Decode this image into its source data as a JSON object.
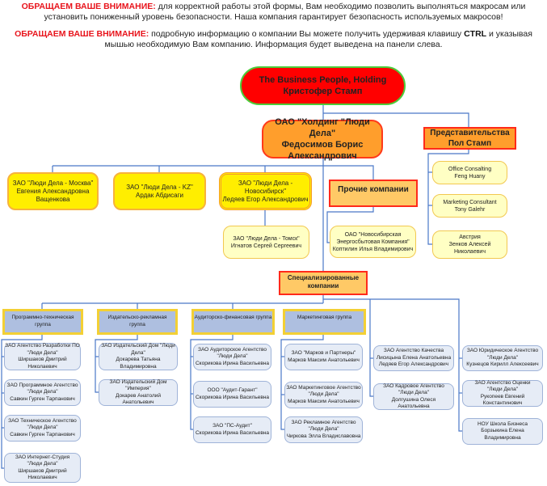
{
  "notices": [
    {
      "highlight": "ОБРАЩАЕМ ВАШЕ ВНИМАНИЕ:",
      "text": " для корректной работы этой формы, Вам необходимо позволить выполняться макросам или установить пониженный уровень безопасности. Наша компания гарантирует безопасность используемых макросов!"
    },
    {
      "highlight": "ОБРАЩАЕМ ВАШЕ ВНИМАНИЕ:",
      "text_before": " подробную информацию о компании Вы можете получить удерживая клавишу ",
      "key": "CTRL",
      "text_after": " и указывая мышью необходимую Вам компанию. Информация будет выведена на панели слева."
    }
  ],
  "colors": {
    "connector": "#4a78c8",
    "root": "#ff0000",
    "holding": "#ff9e2c",
    "branch": "#ffee00",
    "group": "#aebfe0",
    "company": "#e6ecf6"
  },
  "org": {
    "root": "The Business People, Holding\nКристофер Стамп",
    "holding": "ОАО \"Холдинг \"Люди Дела\"\nФедосимов Борис\nАлександрович",
    "representations": "Представительства\nПол Стамп",
    "moscow": "ЗАО \"Люди Дела - Москва\"\nЕвгения Александровна\nВащенкова",
    "kz": "ЗАО \"Люди Дела - KZ\"\nАрдак Абдисаги",
    "novosibirsk": "ЗАО \"Люди Дела -\nНовосибирск\"\nЛедяев Егор Александрович",
    "tomsk": "ЗАО \"Люди Дела - Томск\"\nИгнатов Сергей Сергеевич",
    "other": "Прочие компании",
    "nsk_energy": "ОАО \"Новосибирская\nЭнергосбытовая Компания\"\nКоптилин Илья Владимирович",
    "office_consulting": "Office Consalting\nFeng Huany",
    "marketing_consultant": "Marketing Consultant\nTony Galehr",
    "austria": "Австрия\nЗенков Алексей\nНиколаевич",
    "specialized": "Специализированные\nкомпании",
    "group_tech": "Программно-техническая\nгруппа",
    "group_publish": "Издательско-рекламная\nгруппа",
    "group_audit": "Аудиторско-финансовая группа",
    "group_marketing": "Маркетинговая группа",
    "t1": "ЗАО Агентство Разработки ПО\n\"Люди Дела\"\nШиршаков Дмитрий\nНиколаевич",
    "t2": "ЗАО Программное Агентство\n\"Люди Дела\"\nСавкин Гурген Тарпанович",
    "t3": "ЗАО Техническое Агентство\n\"Люди Дела\"\nСавкин Гурген Тарпанович",
    "t4": "ЗАО Интернет-Студия\n\"Люди Дела\"\nШиршаков Дмитрий\nНиколаевич",
    "p1": "ЗАО Издательский Дом \"Люди\nДела\"\nДокарева Татьяна\nВладимировна",
    "p2": "ЗАО Издательский Дом\n\"Империя\"\nДокарев Анатолий\nАнатольевич",
    "a1": "ЗАО Аудиторское Агентство\n\"Люди Дела\"\nСкорикова Ирина Васильевна",
    "a2": "ООО \"Аудит-Гарант\"\nСкорикова Ирина Васильевна",
    "a3": "ЗАО \"ПС-Аудит\"\nСкорикова Ирина Васильевна",
    "m1": "ЗАО \"Марков и Партнеры\"\nМарков Максим Анатольевич",
    "m2": "ЗАО Маркетинговое Агентство\n\"Люди Дела\"\nМарков Максим Анатольевич",
    "m3": "ЗАО Рекламное Агентство\n\"Люди Дела\"\nЧиркова Элла Владиславовна",
    "q1": "ЗАО Агентство Качества\nЛисицына Елена Анатольевна\nЛедяев Егор Александрович",
    "q2": "ЗАО Кадровое Агентство\n\"Люди Дела\"\nДолгушина Олеся\nАнатольевна",
    "r1": "ЗАО Юридическое Агентство\n\"Люди Дела\"\nКузнецов Кирилл Алексеевич",
    "r2": "ЗАО Агентство Оценки\n\"Люди Дела\"\nРукопеев Евгений\nКонстантинович",
    "r3": "НОУ Школа Бизнеса\nБорзыкина Елена\nВладимировна"
  }
}
